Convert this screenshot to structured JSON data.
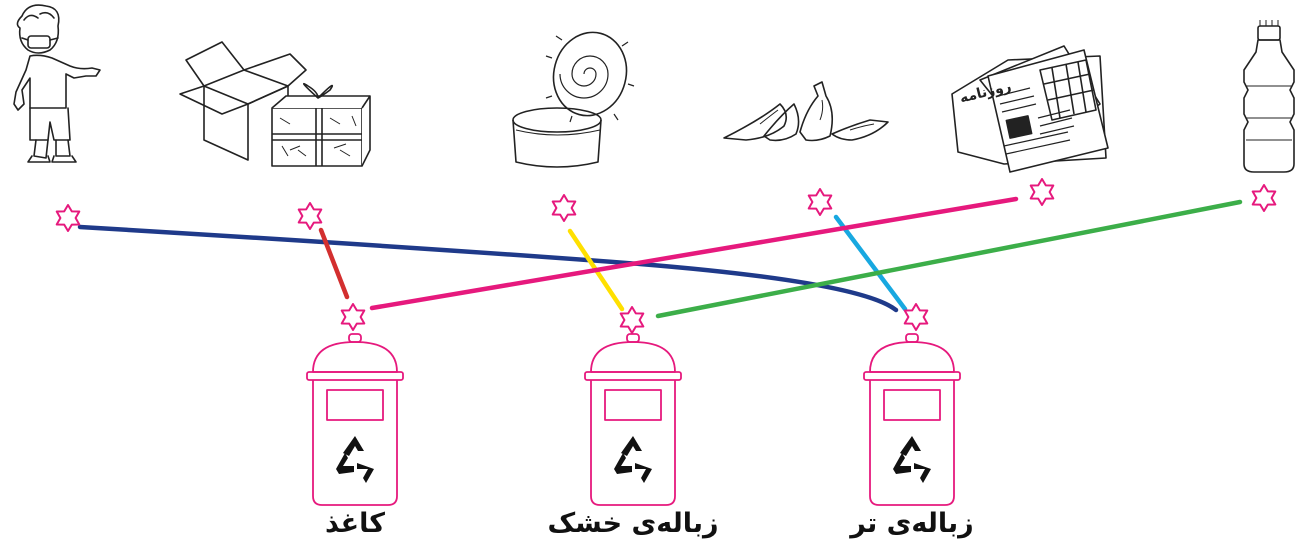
{
  "items": [
    {
      "id": "child",
      "icon": "child-with-mask-icon"
    },
    {
      "id": "boxes",
      "icon": "cardboard-box-and-gift-icon"
    },
    {
      "id": "can",
      "icon": "open-food-can-icon"
    },
    {
      "id": "banana",
      "icon": "banana-peel-icon"
    },
    {
      "id": "newspaper",
      "icon": "newspaper-icon",
      "masthead": "روزنامه"
    },
    {
      "id": "bottle",
      "icon": "plastic-bottle-icon"
    }
  ],
  "bins": [
    {
      "id": "paper",
      "label": "کاغذ",
      "icon": "recycling-bin-icon"
    },
    {
      "id": "dry",
      "label": "زباله‌ی خشک",
      "icon": "recycling-bin-icon"
    },
    {
      "id": "wet",
      "label": "زباله‌ی تر",
      "icon": "recycling-bin-icon"
    }
  ],
  "connections": [
    {
      "from": "child",
      "to": "wet",
      "color": "#1f3a8a"
    },
    {
      "from": "boxes",
      "to": "paper",
      "color": "#d32f2f"
    },
    {
      "from": "can",
      "to": "dry",
      "color": "#ffe000"
    },
    {
      "from": "banana",
      "to": "wet",
      "color": "#18a8e0"
    },
    {
      "from": "newspaper",
      "to": "paper",
      "color": "#e6197d"
    },
    {
      "from": "bottle",
      "to": "dry",
      "color": "#3cae49"
    }
  ],
  "colors": {
    "star": "#e6197d",
    "bin": "#e6197d",
    "ink": "#222222"
  }
}
